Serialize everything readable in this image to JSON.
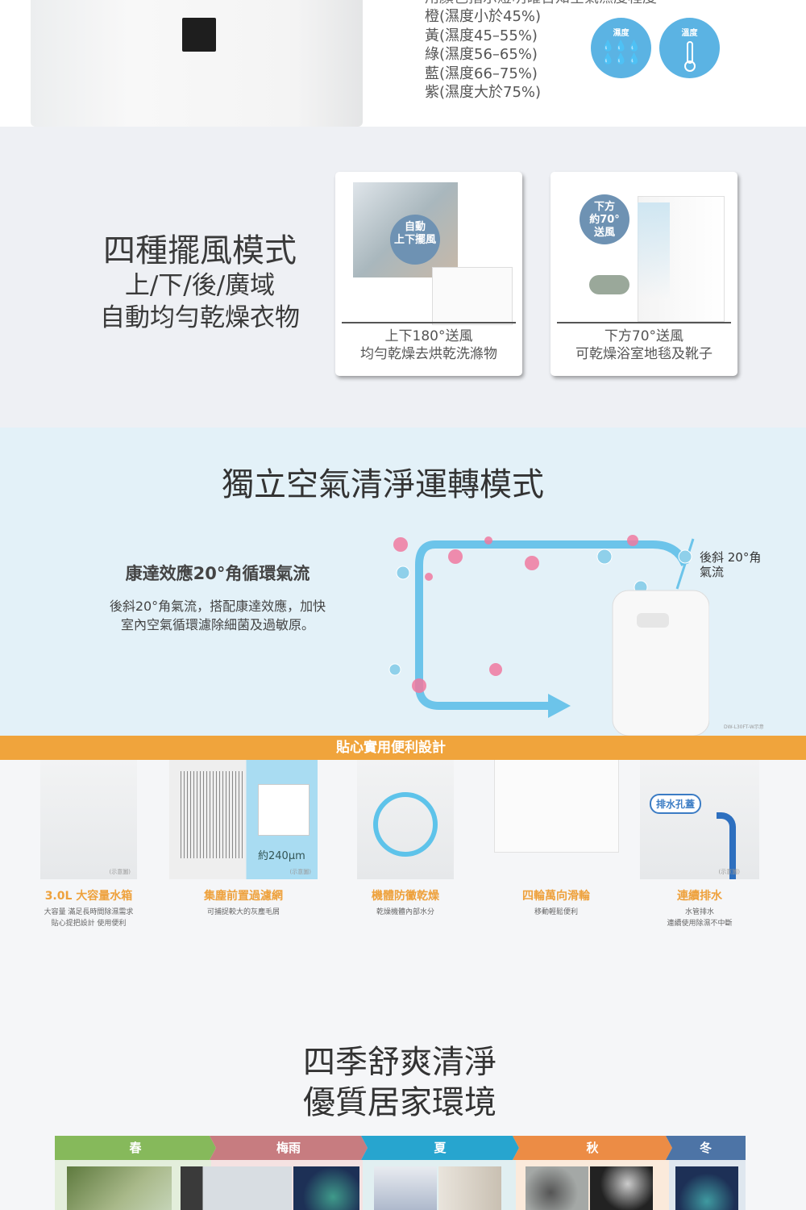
{
  "humidity": {
    "header_partial": "用顏色指示燈明確告知空氣濕度程度",
    "levels": [
      "橙(濕度小於45%)",
      "黃(濕度45–55%)",
      "綠(濕度56–65%)",
      "藍(濕度66–75%)",
      "紫(濕度大於75%)"
    ],
    "icons": [
      {
        "label": "濕度",
        "icon": "water-drops-icon"
      },
      {
        "label": "溫度",
        "icon": "thermometer-icon"
      }
    ]
  },
  "swing": {
    "title": "四種擺風模式",
    "line2": "上/下/後/廣域",
    "line3": "自動均勻乾燥衣物",
    "cards": [
      {
        "badge": [
          "自動",
          "上下擺風"
        ],
        "caption": [
          "上下180°送風",
          "均勻乾燥去烘乾洗滌物"
        ]
      },
      {
        "badge": [
          "下方",
          "約70°",
          "送風"
        ],
        "caption": [
          "下方70°送風",
          "可乾燥浴室地毯及靴子"
        ]
      }
    ]
  },
  "purify": {
    "title": "獨立空氣清淨運轉模式",
    "subtitle": "康達效應20°角循環氣流",
    "desc": [
      "後斜20°角氣流，搭配康達效應，加快",
      "室內空氣循環濾除細菌及過敏原。"
    ],
    "arrow_label": [
      "後斜 20°角",
      "氣流"
    ],
    "model_note": "DW-L30FT-W示意"
  },
  "features": {
    "bar_title": "貼心實用便利設計",
    "items": [
      {
        "title": "3.0L 大容量水箱",
        "desc": [
          "大容量 滿足長時間除濕需求",
          "貼心提把設計 使用便利"
        ],
        "note": "(示意圖)"
      },
      {
        "title": "集塵前置過濾網",
        "desc": [
          "可捕捉較大的灰塵毛屑"
        ],
        "note": "(示意圖)",
        "size": "約240μm"
      },
      {
        "title": "機體防黴乾燥",
        "desc": [
          "乾燥機體內部水分"
        ]
      },
      {
        "title": "四輪萬向滑輪",
        "desc": [
          "移動輕鬆便利"
        ]
      },
      {
        "title": "連續排水",
        "desc": [
          "水管排水",
          "連續使用除濕不中斷"
        ],
        "note": "(示意圖)",
        "callout": "排水孔蓋"
      }
    ]
  },
  "seasons": {
    "title": [
      "四季舒爽清淨",
      "優質居家環境"
    ],
    "items": [
      {
        "label": "春",
        "color": "#86b95b"
      },
      {
        "label": "梅雨",
        "color": "#c77c80"
      },
      {
        "label": "夏",
        "color": "#27a5cf"
      },
      {
        "label": "秋",
        "color": "#ec8c45"
      },
      {
        "label": "冬",
        "color": "#4d74a6"
      }
    ]
  }
}
